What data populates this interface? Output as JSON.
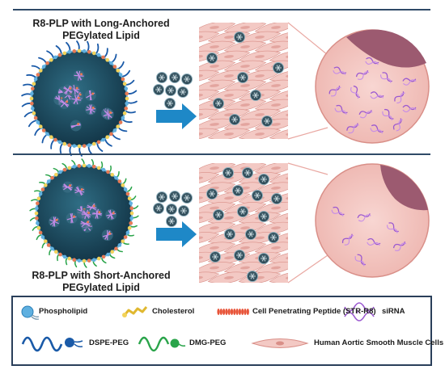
{
  "top_panel": {
    "title_line1": "R8-PLP with Long-Anchored",
    "title_line2": "PEGylated Lipid"
  },
  "bottom_panel": {
    "title_line1": "R8-PLP with Short-Anchored",
    "title_line2": "PEGylated Lipid"
  },
  "legend": {
    "phospholipid": "Phospholipid",
    "cholesterol": "Cholesterol",
    "cpp": "Cell Penetrating Peptide (STR-R8)",
    "sirna": "siRNA",
    "dspe_peg": "DSPE-PEG",
    "dmg_peg": "DMG-PEG",
    "hasmc": "Human Aortic Smooth Muscle Cells"
  },
  "colors": {
    "particle_core": "#1e4e63",
    "dspe_peg": "#1a5aa8",
    "dmg_peg": "#2aa44a",
    "arrow": "#1e88c7",
    "cell": "#f3c9c4",
    "cell_stroke": "#d98f88",
    "nucleus": "#9c5a70",
    "sirna": "#9b59d0",
    "divider": "#2f4a67"
  }
}
